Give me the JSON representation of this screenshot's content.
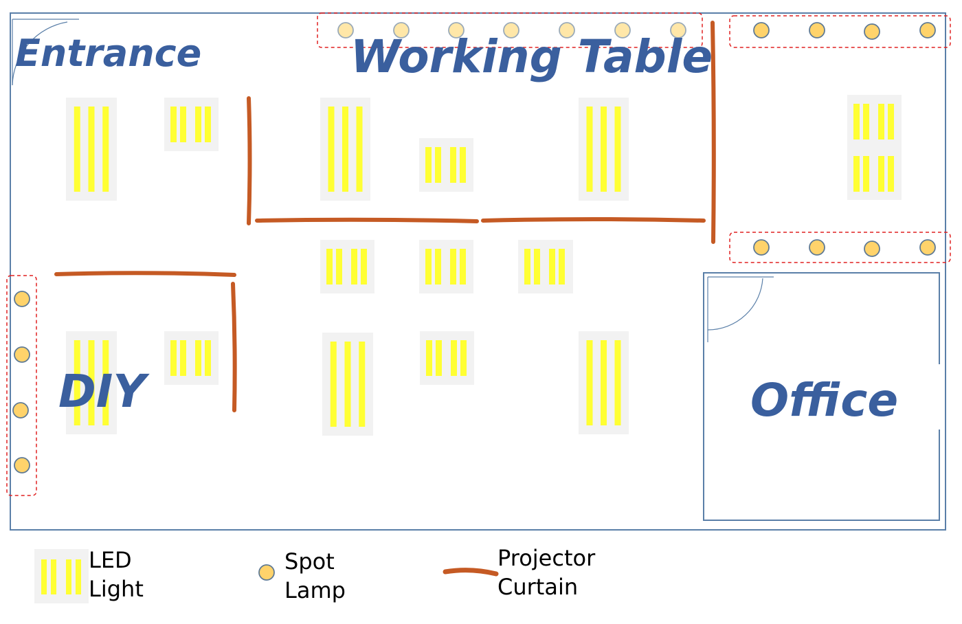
{
  "colors": {
    "wall": "#5a7fa8",
    "label": "#3a5f9e",
    "led_bg": "#f2f2f2",
    "led_bar": "#ffff33",
    "spot_fill": "#ffd36b",
    "spot_fill_light": "#ffe7a8",
    "spot_stroke": "#5f7a94",
    "curtain": "#c55a24",
    "dashed": "#e02020"
  },
  "rooms": {
    "entrance": "Entrance",
    "working_table": "Working Table",
    "diy": "DIY",
    "office": "Office"
  },
  "legend": {
    "led": [
      "LED",
      "Light"
    ],
    "spot": [
      "Spot",
      "Lamp"
    ],
    "curtain": [
      "Projector",
      "Curtain"
    ]
  },
  "icons": {
    "led": "led-light-icon",
    "spot": "spot-lamp-icon",
    "curtain": "projector-curtain-icon",
    "door": "door-swing-icon"
  }
}
